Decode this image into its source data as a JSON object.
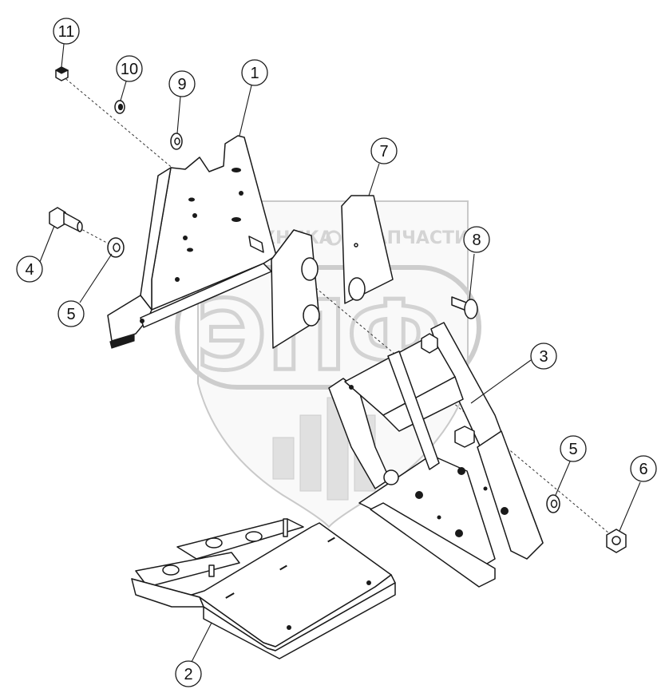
{
  "watermark": {
    "logo_letters": "ЭПФ",
    "text_left": "ТЕХНИКА",
    "text_right": "ЗАПЧАСТИ"
  },
  "callouts": [
    {
      "id": "c11",
      "label": "11"
    },
    {
      "id": "c10",
      "label": "10"
    },
    {
      "id": "c9",
      "label": "9"
    },
    {
      "id": "c1",
      "label": "1"
    },
    {
      "id": "c7",
      "label": "7"
    },
    {
      "id": "c8",
      "label": "8"
    },
    {
      "id": "c4",
      "label": "4"
    },
    {
      "id": "c5a",
      "label": "5"
    },
    {
      "id": "c3",
      "label": "3"
    },
    {
      "id": "c5b",
      "label": "5"
    },
    {
      "id": "c6",
      "label": "6"
    },
    {
      "id": "c2",
      "label": "2"
    }
  ]
}
